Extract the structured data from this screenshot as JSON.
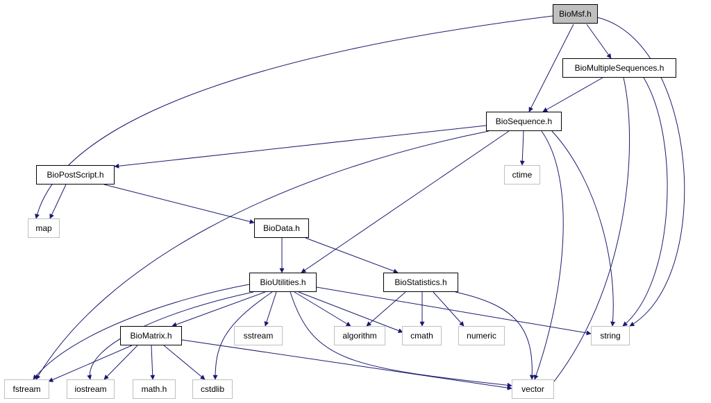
{
  "nodes": [
    {
      "id": "biomsf",
      "label": "BioMsf.h",
      "kind": "root"
    },
    {
      "id": "biomultiplesequences",
      "label": "BioMultipleSequences.h",
      "kind": "project"
    },
    {
      "id": "biosequence",
      "label": "BioSequence.h",
      "kind": "project"
    },
    {
      "id": "biopostscript",
      "label": "BioPostScript.h",
      "kind": "project"
    },
    {
      "id": "ctime",
      "label": "ctime",
      "kind": "system"
    },
    {
      "id": "map",
      "label": "map",
      "kind": "system"
    },
    {
      "id": "biodata",
      "label": "BioData.h",
      "kind": "project"
    },
    {
      "id": "bioutilities",
      "label": "BioUtilities.h",
      "kind": "project"
    },
    {
      "id": "biostatistics",
      "label": "BioStatistics.h",
      "kind": "project"
    },
    {
      "id": "biomatrix",
      "label": "BioMatrix.h",
      "kind": "project"
    },
    {
      "id": "sstream",
      "label": "sstream",
      "kind": "system"
    },
    {
      "id": "algorithm",
      "label": "algorithm",
      "kind": "system"
    },
    {
      "id": "cmath",
      "label": "cmath",
      "kind": "system"
    },
    {
      "id": "numeric",
      "label": "numeric",
      "kind": "system"
    },
    {
      "id": "string",
      "label": "string",
      "kind": "system"
    },
    {
      "id": "fstream",
      "label": "fstream",
      "kind": "system"
    },
    {
      "id": "iostream",
      "label": "iostream",
      "kind": "system"
    },
    {
      "id": "math_h",
      "label": "math.h",
      "kind": "system"
    },
    {
      "id": "cstdlib",
      "label": "cstdlib",
      "kind": "system"
    },
    {
      "id": "vector",
      "label": "vector",
      "kind": "system"
    }
  ],
  "edges": [
    [
      "biomsf",
      "biomultiplesequences"
    ],
    [
      "biomsf",
      "biosequence"
    ],
    [
      "biomsf",
      "map"
    ],
    [
      "biomsf",
      "string"
    ],
    [
      "biomultiplesequences",
      "biosequence"
    ],
    [
      "biomultiplesequences",
      "string"
    ],
    [
      "biomultiplesequences",
      "vector"
    ],
    [
      "biosequence",
      "biopostscript"
    ],
    [
      "biosequence",
      "ctime"
    ],
    [
      "biosequence",
      "bioutilities"
    ],
    [
      "biosequence",
      "fstream"
    ],
    [
      "biosequence",
      "string"
    ],
    [
      "biosequence",
      "vector"
    ],
    [
      "biopostscript",
      "map"
    ],
    [
      "biopostscript",
      "biodata"
    ],
    [
      "biodata",
      "bioutilities"
    ],
    [
      "biodata",
      "biostatistics"
    ],
    [
      "bioutilities",
      "fstream"
    ],
    [
      "bioutilities",
      "iostream"
    ],
    [
      "bioutilities",
      "biomatrix"
    ],
    [
      "bioutilities",
      "cstdlib"
    ],
    [
      "bioutilities",
      "sstream"
    ],
    [
      "bioutilities",
      "algorithm"
    ],
    [
      "bioutilities",
      "cmath"
    ],
    [
      "bioutilities",
      "string"
    ],
    [
      "bioutilities",
      "vector"
    ],
    [
      "biostatistics",
      "algorithm"
    ],
    [
      "biostatistics",
      "cmath"
    ],
    [
      "biostatistics",
      "numeric"
    ],
    [
      "biostatistics",
      "vector"
    ],
    [
      "biomatrix",
      "fstream"
    ],
    [
      "biomatrix",
      "iostream"
    ],
    [
      "biomatrix",
      "math_h"
    ],
    [
      "biomatrix",
      "cstdlib"
    ],
    [
      "biomatrix",
      "vector"
    ]
  ],
  "colors": {
    "edge": "#191970",
    "project_border": "#000000",
    "system_border": "#bfbfbf",
    "root_fill": "#bfbfbf"
  }
}
